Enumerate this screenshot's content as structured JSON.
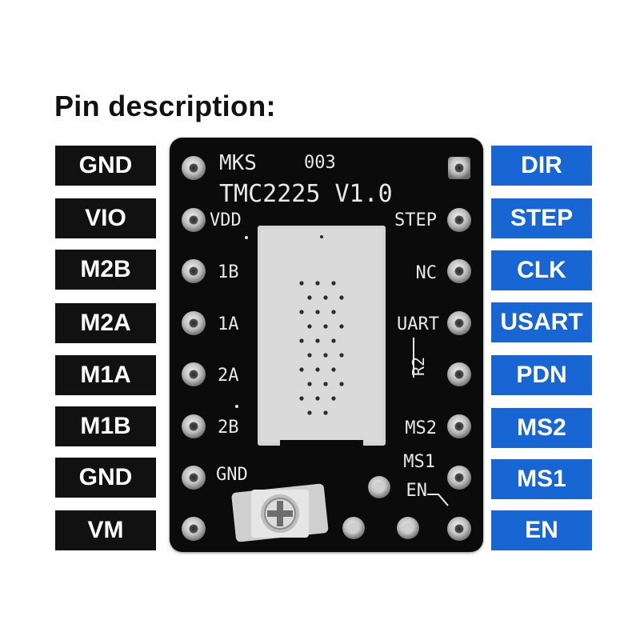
{
  "title": "Pin description:",
  "left_pins": [
    "GND",
    "VIO",
    "M2B",
    "M2A",
    "M1A",
    "M1B",
    "GND",
    "VM"
  ],
  "right_pins": [
    "DIR",
    "STEP",
    "CLK",
    "USART",
    "PDN",
    "MS2",
    "MS1",
    "EN"
  ],
  "board": {
    "brand": "MKS",
    "code": "003",
    "model": "TMC2225 V1.0",
    "silk_left": [
      "VDD",
      "1B",
      "1A",
      "2A",
      "2B",
      "GND"
    ],
    "silk_right": [
      "STEP",
      "NC",
      "UART",
      "MS2",
      "MS1",
      "EN"
    ],
    "silk_vertical": "R2"
  },
  "colors": {
    "left_label_bg": "#111111",
    "right_label_bg": "#1766d4",
    "pcb": "#0b0b0b"
  }
}
